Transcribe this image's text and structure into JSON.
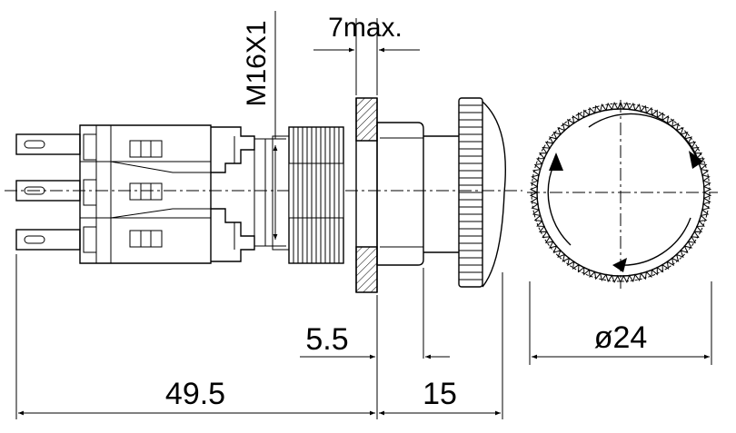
{
  "diagram": {
    "thread_label": "M16X1",
    "panel_label": "7max.",
    "d_5_5": "5.5",
    "d_49_5": "49.5",
    "d_15": "15",
    "d_24": "ø24"
  }
}
